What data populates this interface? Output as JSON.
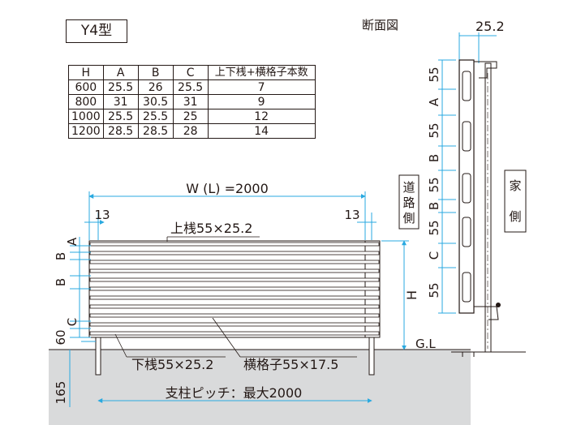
{
  "type_label": "Y4型",
  "section_label": "断面図",
  "table": {
    "headers": [
      "H",
      "A",
      "B",
      "C",
      "上下桟+横格子本数"
    ],
    "rows": [
      [
        "600",
        "25.5",
        "26",
        "25.5",
        "7"
      ],
      [
        "800",
        "31",
        "30.5",
        "31",
        "9"
      ],
      [
        "1000",
        "25.5",
        "25.5",
        "25",
        "12"
      ],
      [
        "1200",
        "28.5",
        "28.5",
        "28",
        "14"
      ]
    ]
  },
  "front": {
    "width_label": "W (L) =2000",
    "left_offset": "13",
    "right_offset": "13",
    "top_rail": "上桟55×25.2",
    "bottom_rail": "下桟55×25.2",
    "slat": "横格子55×17.5",
    "post_pitch": "支柱ピッチ：最大2000",
    "height_label": "H",
    "gl_label": "G.L",
    "gap_60": "60",
    "embed_165": "165",
    "labels_a": "A",
    "labels_b1": "B",
    "labels_b2": "B",
    "labels_c": "C"
  },
  "section": {
    "depth": "25.2",
    "side_road": "道路側",
    "side_house": "家側",
    "vertical_dims": [
      "55",
      "A",
      "55",
      "B",
      "55",
      "B",
      "55",
      "C",
      "55"
    ]
  }
}
